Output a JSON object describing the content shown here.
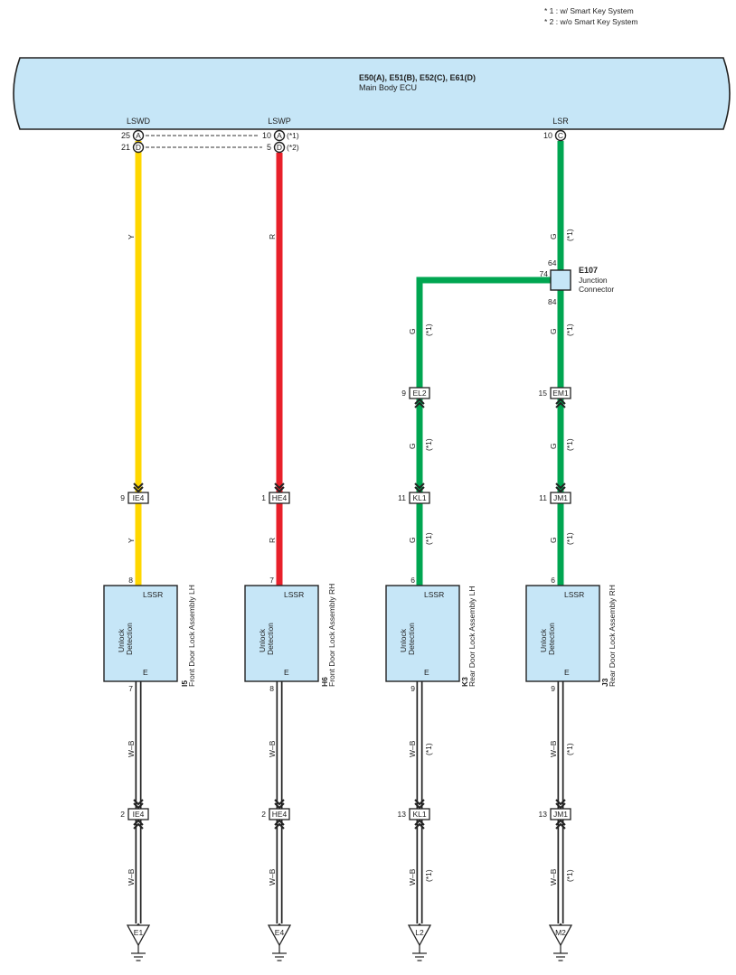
{
  "notes": [
    "* 1 : w/ Smart Key System",
    "* 2 : w/o Smart Key System"
  ],
  "ecu": {
    "connectors": "E50(A), E51(B), E52(C), E61(D)",
    "name": "Main Body ECU",
    "terminals": [
      {
        "label": "LSWD",
        "pins": [
          {
            "num": "25",
            "conn": "A",
            "note": ""
          },
          {
            "num": "21",
            "conn": "D",
            "note": ""
          }
        ]
      },
      {
        "label": "LSWP",
        "pins": [
          {
            "num": "10",
            "conn": "A",
            "note": "(*1)"
          },
          {
            "num": "5",
            "conn": "D",
            "note": "(*2)"
          }
        ]
      },
      {
        "label": "LSR",
        "pins": [
          {
            "num": "10",
            "conn": "C",
            "note": ""
          }
        ]
      }
    ]
  },
  "junction": {
    "id": "E107",
    "name1": "Junction",
    "name2": "Connector",
    "pins": [
      "64",
      "74",
      "84"
    ]
  },
  "wire_colors": {
    "Y": "#ffd700",
    "R": "#e8202a",
    "G": "#00a651",
    "W-B": "#ffffff"
  },
  "wire_labels": {
    "yellow": "Y",
    "red": "R",
    "green": "G",
    "white_black": "W–B",
    "smart": "(*1)"
  },
  "inline_connectors": [
    {
      "pin": "9",
      "id": "EL2"
    },
    {
      "pin": "15",
      "id": "EM1"
    },
    {
      "pin": "9",
      "id": "IE4"
    },
    {
      "pin": "1",
      "id": "HE4"
    },
    {
      "pin": "11",
      "id": "KL1"
    },
    {
      "pin": "11",
      "id": "JM1"
    },
    {
      "pin": "2",
      "id": "IE4"
    },
    {
      "pin": "2",
      "id": "HE4"
    },
    {
      "pin": "13",
      "id": "KL1"
    },
    {
      "pin": "13",
      "id": "JM1"
    }
  ],
  "components": [
    {
      "code": "I5",
      "name": "Front Door Lock Assembly LH",
      "pin_top": "8",
      "pin_bottom": "7",
      "t1": "LSSR",
      "t2": "E",
      "func1": "Unlock",
      "func2": "Detection"
    },
    {
      "code": "H6",
      "name": "Front Door Lock Assembly RH",
      "pin_top": "7",
      "pin_bottom": "8",
      "t1": "LSSR",
      "t2": "E",
      "func1": "Unlock",
      "func2": "Detection"
    },
    {
      "code": "K3",
      "name": "Rear Door Lock Assembly LH",
      "pin_top": "6",
      "pin_bottom": "9",
      "t1": "LSSR",
      "t2": "E",
      "func1": "Unlock",
      "func2": "Detection"
    },
    {
      "code": "J3",
      "name": "Rear Door Lock Assembly RH",
      "pin_top": "6",
      "pin_bottom": "9",
      "t1": "LSSR",
      "t2": "E",
      "func1": "Unlock",
      "func2": "Detection"
    }
  ],
  "grounds": [
    "E1",
    "E4",
    "L2",
    "M2"
  ]
}
